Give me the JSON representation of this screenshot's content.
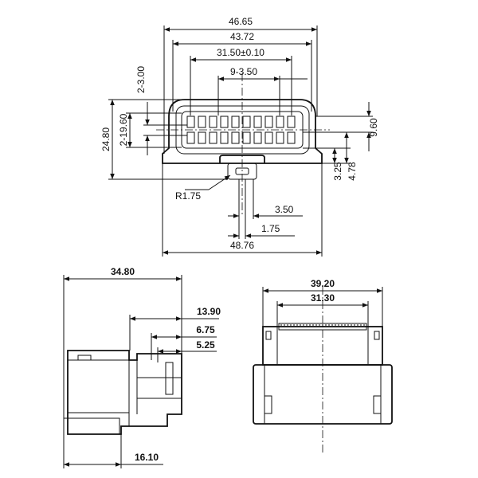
{
  "front_view": {
    "overall_width": "46.65",
    "inner_width": "43.72",
    "pin_span": "31.50±0.10",
    "pin_pitch": "9-3.50",
    "row_pitch_small": "2-3.00",
    "overall_height": "24.80",
    "row_height": "2-19.60",
    "row_offset": "9.60",
    "latch_height_a": "3.25",
    "latch_height_b": "4.78",
    "radius": "R1.75",
    "latch_offset": "3.50",
    "latch_width": "1.75",
    "base_width": "48.76"
  },
  "side_view": {
    "overall_length": "34.80",
    "latch_length": "13.90",
    "latch_step_a": "6.75",
    "latch_step_b": "5.25",
    "base_length": "16.10"
  },
  "top_view": {
    "overall_width": "39.20",
    "inner_width": "31.30"
  }
}
